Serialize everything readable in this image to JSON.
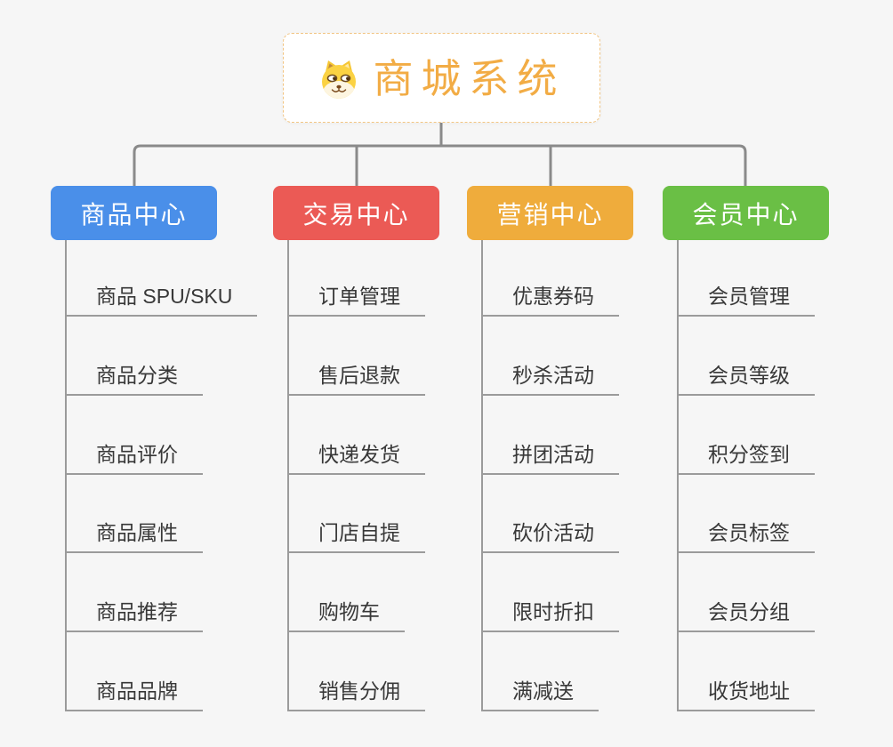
{
  "root": {
    "title": "商城系统",
    "icon": "doge-icon",
    "text_color": "#f2ac45",
    "border_color": "#f2c583"
  },
  "connectors": {
    "color": "#8a8a8a"
  },
  "branches": [
    {
      "label": "商品中心",
      "color": "#4a8fe9",
      "items": [
        "商品 SPU/SKU",
        "商品分类",
        "商品评价",
        "商品属性",
        "商品推荐",
        "商品品牌"
      ]
    },
    {
      "label": "交易中心",
      "color": "#eb5a55",
      "items": [
        "订单管理",
        "售后退款",
        "快递发货",
        "门店自提",
        "购物车",
        "销售分佣"
      ]
    },
    {
      "label": "营销中心",
      "color": "#efac3c",
      "items": [
        "优惠券码",
        "秒杀活动",
        "拼团活动",
        "砍价活动",
        "限时折扣",
        "满减送"
      ]
    },
    {
      "label": "会员中心",
      "color": "#6abf45",
      "items": [
        "会员管理",
        "会员等级",
        "积分签到",
        "会员标签",
        "会员分组",
        "收货地址"
      ]
    }
  ]
}
